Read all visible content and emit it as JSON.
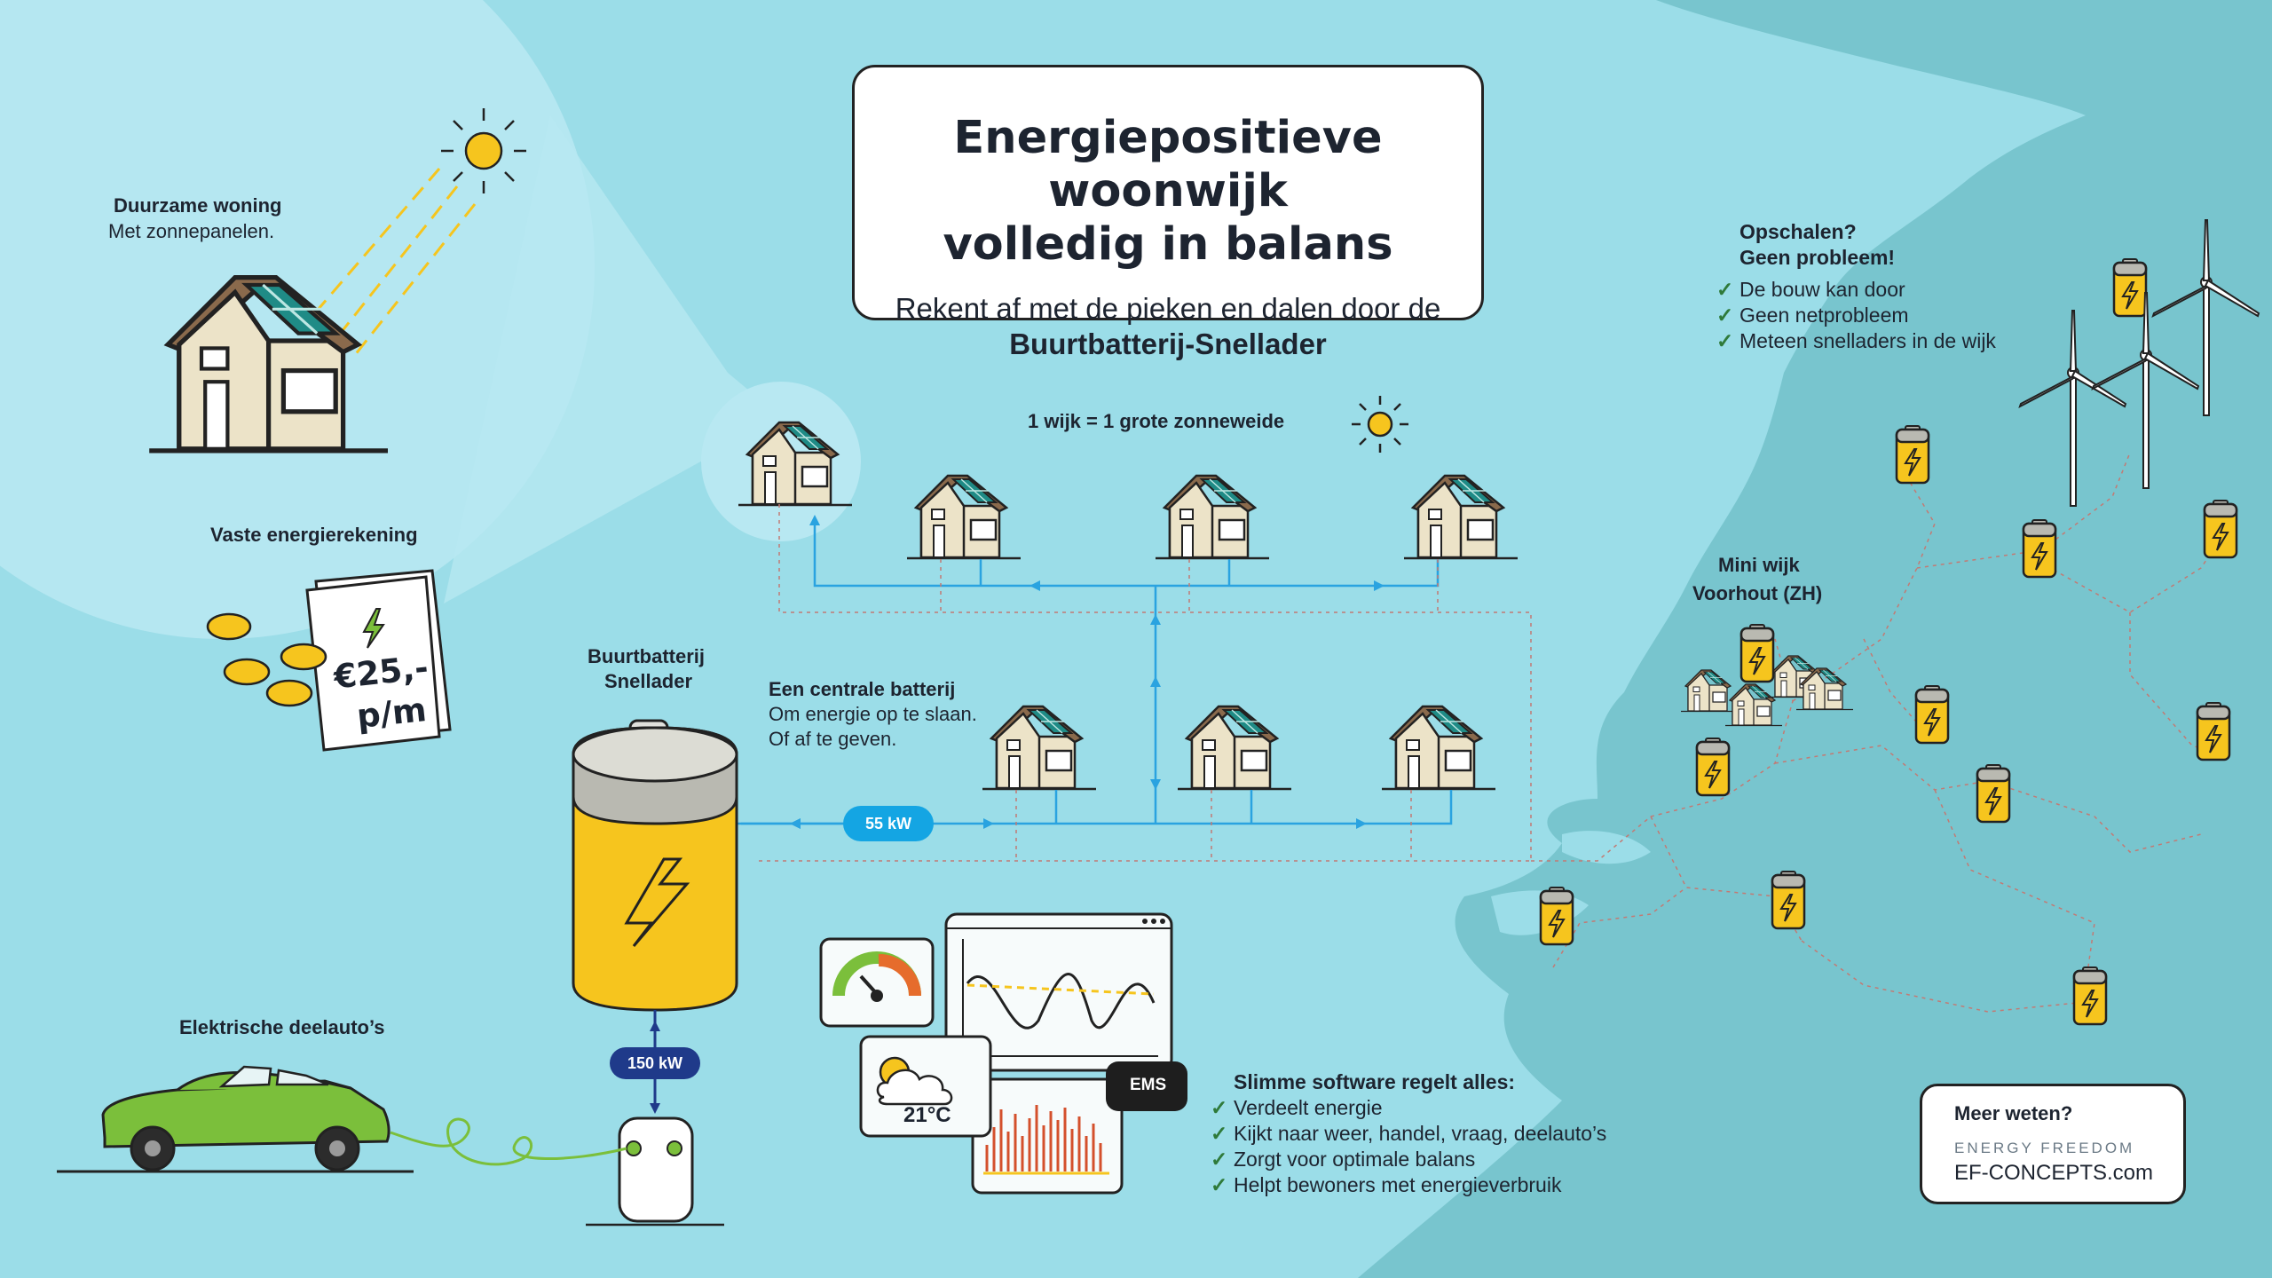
{
  "title": {
    "line1": "Energiepositieve woonwijk",
    "line2": "volledig in balans",
    "subtitle": "Rekent af met de pieken en dalen door de",
    "subtitle_bold": "Buurtbatterij-Snellader"
  },
  "house_callout": {
    "heading": "Duurzame woning",
    "text": "Met zonnepanelen."
  },
  "energy_bill": {
    "heading": "Vaste energierekening",
    "amount": "€25,-",
    "period": "p/m"
  },
  "neighbourhood": {
    "label": "1 wijk = 1 grote zonneweide"
  },
  "battery": {
    "title_line1": "Buurtbatterij",
    "title_line2": "Snellader",
    "central_heading": "Een centrale batterij",
    "central_line1": "Om energie op te slaan.",
    "central_line2": "Of af te geven.",
    "power_houses": "55 kW",
    "power_charger": "150 kW"
  },
  "cars": {
    "heading": "Elektrische deelauto’s"
  },
  "software": {
    "weather_temp": "21°C",
    "ems_label": "EMS",
    "heading": "Slimme software regelt alles:",
    "items": [
      "Verdeelt energie",
      "Kijkt naar weer, handel, vraag, deelauto’s",
      "Zorgt voor optimale balans",
      "Helpt bewoners met energieverbruik"
    ]
  },
  "scale_up": {
    "heading_line1": "Opschalen?",
    "heading_line2": "Geen probleem!",
    "items": [
      "De bouw kan door",
      "Geen netprobleem",
      "Meteen snelladers in de wijk"
    ]
  },
  "mini_wijk": {
    "line1": "Mini wijk",
    "line2": "Voorhout (ZH)"
  },
  "more_info": {
    "heading": "Meer weten?",
    "brand": "ENERGY FREEDOM",
    "url": "EF-CONCEPTS.com"
  },
  "colors": {
    "background": "#9bdde8",
    "map_land": "#74c2cb",
    "battery_yellow": "#f6c51e",
    "battery_grey": "#b9b9b1",
    "solar_panel": "#1f8b86",
    "house_wall": "#ece3c8",
    "roof": "#8a6a4c",
    "flow_blue": "#2aa3e0",
    "pill_55kw": "#14a5e3",
    "pill_150kw": "#1f3a8a",
    "car_green": "#7bbf3b",
    "check_green": "#2f7a3a"
  },
  "icons": [
    "sun-icon",
    "house-icon",
    "solar-panel-icon",
    "coin-icon",
    "lightning-icon",
    "battery-icon",
    "car-icon",
    "charger-icon",
    "gauge-icon",
    "weather-icon",
    "wave-chart-icon",
    "bar-chart-icon",
    "wind-turbine-icon",
    "check-icon"
  ]
}
